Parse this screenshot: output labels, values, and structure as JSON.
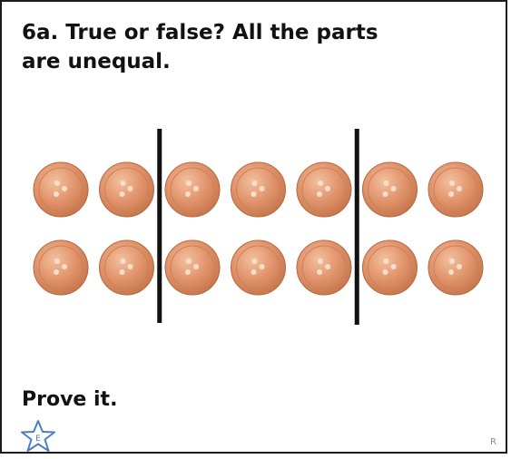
{
  "question": {
    "text": "6a. True or false? All the parts are unequal."
  },
  "buttons": {
    "rows": 2,
    "columns": 7,
    "group_sizes": [
      2,
      3,
      2
    ],
    "fill_color": "#d9895c",
    "hole_color": "#f5dfcf"
  },
  "prompt": {
    "text": "Prove it."
  },
  "badge": {
    "letter": "E",
    "icon": "star-icon",
    "color": "#4a7fc1"
  },
  "corner_mark": "R"
}
